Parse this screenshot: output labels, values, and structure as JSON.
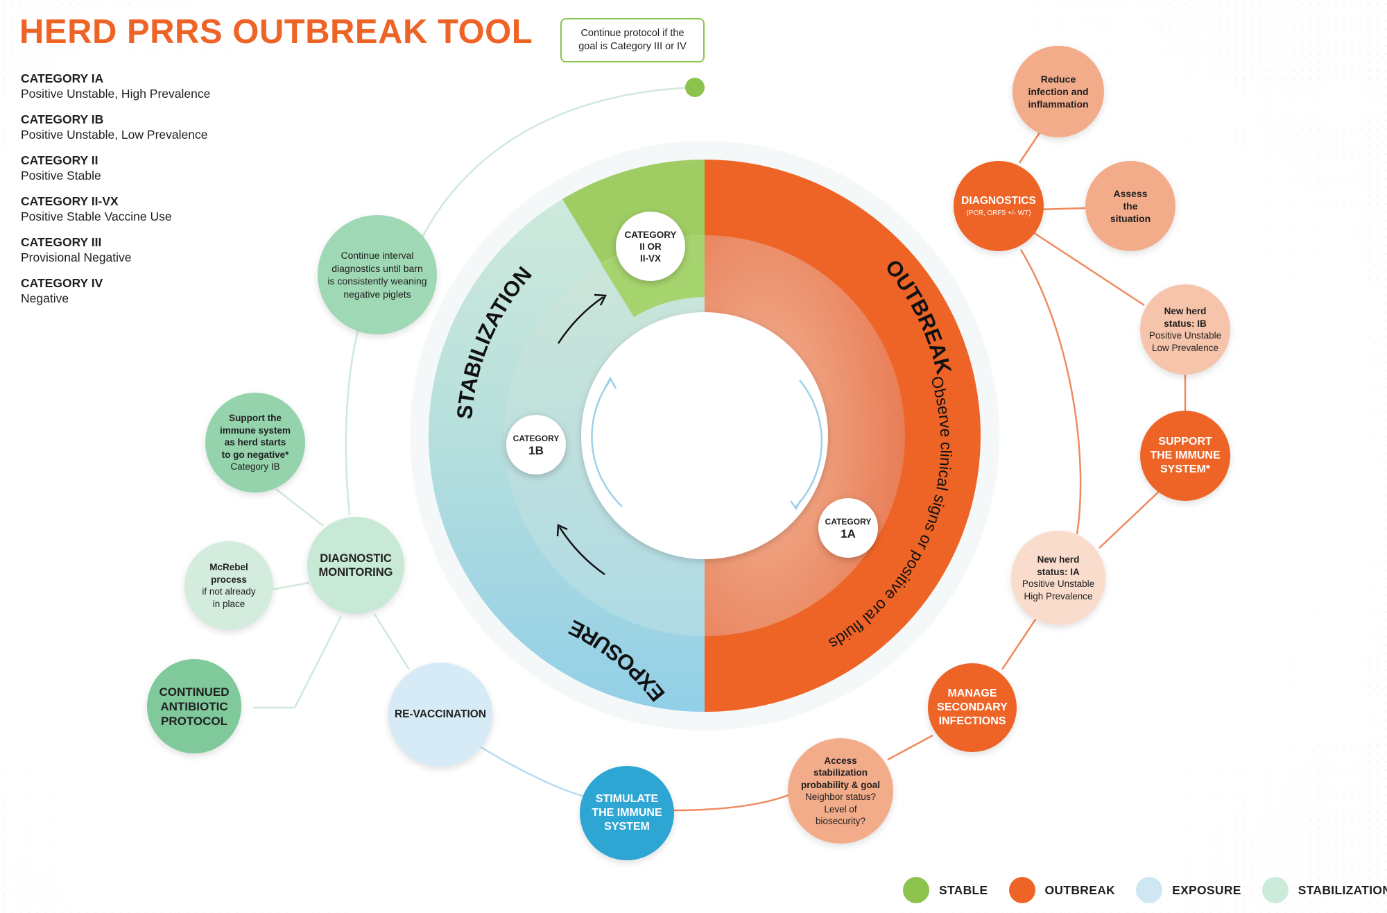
{
  "title": "HERD PRRS OUTBREAK TOOL",
  "categories": [
    {
      "code": "CATEGORY IA",
      "desc": "Positive Unstable, High Prevalence"
    },
    {
      "code": "CATEGORY IB",
      "desc": "Positive Unstable, Low Prevalence"
    },
    {
      "code": "CATEGORY II",
      "desc": "Positive Stable"
    },
    {
      "code": "CATEGORY II-VX",
      "desc": "Positive Stable Vaccine Use"
    },
    {
      "code": "CATEGORY III",
      "desc": "Provisional Negative"
    },
    {
      "code": "CATEGORY IV",
      "desc": "Negative"
    }
  ],
  "continue_note": "Continue protocol if the goal is Category III or IV",
  "colors": {
    "stable": "#8cc34d",
    "outbreak": "#ee6427",
    "exposure": "#cfe6f3",
    "stabilization": "#cdebdb",
    "stimulate": "#2ea6d4",
    "title": "#ee6427"
  },
  "wheel": {
    "outbreak_label": "OUTBREAK",
    "outbreak_sub": "Observe clinical signs or positive oral fluids",
    "stabilization_label": "STABILIZATION",
    "exposure_label": "EXPOSURE",
    "badge_2": [
      "CATEGORY",
      "II OR",
      "II-VX"
    ],
    "badge_1b": [
      "CATEGORY",
      "1B"
    ],
    "badge_1a": [
      "CATEGORY",
      "1A"
    ]
  },
  "nodes": {
    "reduce": [
      "Reduce",
      "infection and",
      "inflammation"
    ],
    "diagnostics_title": "DIAGNOSTICS",
    "diagnostics_sub": "(PCR, ORF5 +/- WT)",
    "assess": [
      "Assess",
      "the",
      "situation"
    ],
    "new_ib_bold": [
      "New herd",
      "status: IB"
    ],
    "new_ib_sub": [
      "Positive Unstable",
      "Low Prevalence"
    ],
    "support_immune": [
      "SUPPORT",
      "THE IMMUNE",
      "SYSTEM*"
    ],
    "new_ia_bold": [
      "New herd",
      "status: IA"
    ],
    "new_ia_sub": [
      "Positive Unstable",
      "High Prevalence"
    ],
    "manage_secondary": [
      "MANAGE",
      "SECONDARY",
      "INFECTIONS"
    ],
    "access_bold": [
      "Access",
      "stabilization",
      "probability & goal"
    ],
    "access_sub": [
      "Neighbor status?",
      "Level of",
      "biosecurity?"
    ],
    "stimulate": [
      "STIMULATE",
      "THE IMMUNE",
      "SYSTEM"
    ],
    "revaccination": "RE-VACCINATION",
    "continued_antibiotic": [
      "CONTINUED",
      "ANTIBIOTIC",
      "PROTOCOL"
    ],
    "mcrebel_bold": [
      "McRebel",
      "process"
    ],
    "mcrebel_sub": [
      "if not already",
      "in place"
    ],
    "diagnostic_monitoring": [
      "DIAGNOSTIC",
      "MONITORING"
    ],
    "support_negative_bold": [
      "Support the",
      "immune system",
      "as herd starts",
      "to go negative*"
    ],
    "support_negative_sub": "Category IB",
    "continue_interval": [
      "Continue interval",
      "diagnostics until barn",
      "is consistently weaning",
      "negative piglets"
    ]
  },
  "legend": [
    {
      "label": "STABLE",
      "color": "#8cc34d"
    },
    {
      "label": "OUTBREAK",
      "color": "#ee6427"
    },
    {
      "label": "EXPOSURE",
      "color": "#cfe6f3"
    },
    {
      "label": "STABILIZATION",
      "color": "#cdebdb"
    }
  ]
}
